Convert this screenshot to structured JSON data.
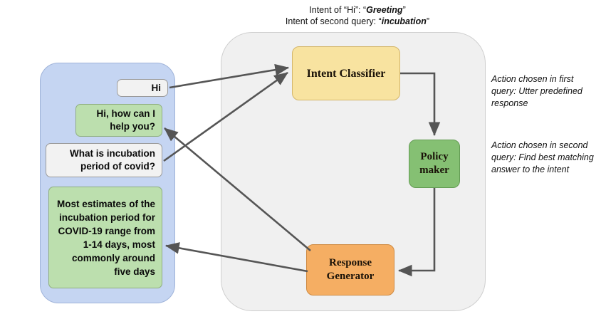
{
  "caption": {
    "line1_prefix": "Intent of “Hi”: “",
    "line1_value": "Greeting",
    "line1_suffix": "”",
    "line2_prefix": "Intent of second query: “",
    "line2_value": "incubation",
    "line2_suffix": "”"
  },
  "chat": {
    "messages": [
      {
        "id": "hi",
        "role": "user",
        "text": "Hi"
      },
      {
        "id": "greet",
        "role": "bot",
        "text": "Hi, how can I help you?"
      },
      {
        "id": "q2",
        "role": "user",
        "text": "What is incubation period of covid?"
      },
      {
        "id": "answer",
        "role": "bot",
        "text": "Most estimates of the incubation period for COVID-19 range from 1-14 days, most commonly around five days"
      }
    ]
  },
  "engine": {
    "nodes": [
      {
        "id": "intent",
        "label": "Intent Classifier",
        "color": "#f8e3a0"
      },
      {
        "id": "policy",
        "label": "Policy maker",
        "color": "#85c073"
      },
      {
        "id": "response",
        "label": "Response Generator",
        "color": "#f5ae63"
      }
    ]
  },
  "annotations": {
    "first": "Action chosen in first query: Utter predefined response",
    "second": "Action chosen in second query: Find best matching answer to the intent"
  },
  "colors": {
    "chat_panel": "#c5d5f2",
    "engine_panel": "#f0f0f0",
    "user_bubble": "#f2f2f2",
    "bot_bubble": "#bcdfae",
    "arrow": "#555555"
  }
}
